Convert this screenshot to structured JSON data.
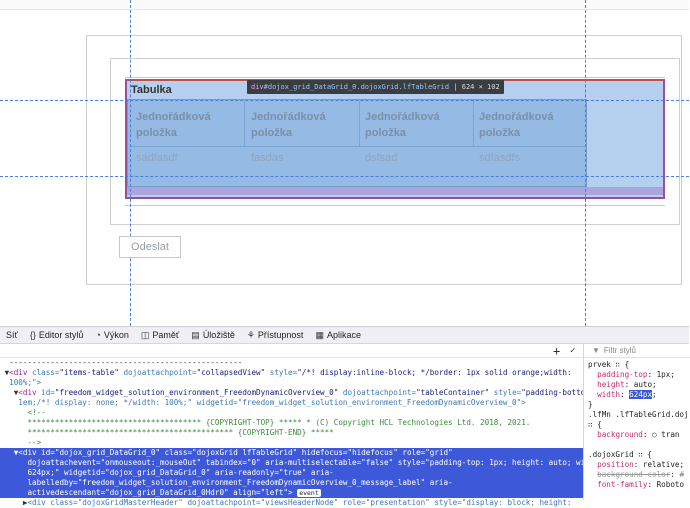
{
  "page": {
    "grid_title": "Tabulka",
    "column_headers": [
      "Jednořádková položka",
      "Jednořádková položka",
      "Jednořádková položka",
      "Jednořádková položka"
    ],
    "row_cells": [
      "sadfasdf",
      "fasdas",
      "dsfsad",
      "sdfasdfs"
    ],
    "submit_label": "Odeslat"
  },
  "inspector_tooltip": {
    "tag": "div",
    "selector": "#dojox_grid_DataGrid_0.dojoxGrid.lfTableGrid",
    "separator": "|",
    "size": "624 × 102"
  },
  "devtools": {
    "tabs": [
      {
        "label": "Síť",
        "icon": "network-icon"
      },
      {
        "label": "Editor stylů",
        "icon": "style-editor-icon"
      },
      {
        "label": "Výkon",
        "icon": "performance-icon"
      },
      {
        "label": "Paměť",
        "icon": "memory-icon"
      },
      {
        "label": "Úložiště",
        "icon": "storage-icon"
      },
      {
        "label": "Přístupnost",
        "icon": "accessibility-icon"
      },
      {
        "label": "Aplikace",
        "icon": "application-icon"
      }
    ],
    "rules_filter_placeholder": "Filtr stylů",
    "add_node_label": "+",
    "markup_lines": [
      {
        "indent": 0,
        "arrow": "",
        "text": "---------------------------------------------------"
      },
      {
        "indent": 0,
        "arrow": "▼",
        "parts": [
          "<div ",
          "class=",
          "\"items-table\"",
          " dojoattachpoint=",
          "\"collapsedView\"",
          " style=",
          "\"/*! display:inline-block; */border: 1px solid orange;width:"
        ]
      },
      {
        "indent": 0,
        "arrow": "",
        "parts": [
          "100%;\">"
        ]
      },
      {
        "indent": 1,
        "arrow": "▼",
        "parts": [
          "<div ",
          "id=",
          "\"freedom_widget_solution_environment_FreedomDynamicOverview_0\"",
          " dojoattachpoint=",
          "\"tableContainer\"",
          " style=",
          "\"padding-bottom:"
        ]
      },
      {
        "indent": 1,
        "arrow": "",
        "parts": [
          "1em;/*! display: none; */width: 100%;\" widgetid=\"freedom_widget_solution_environment_FreedomDynamicOverview_0\">"
        ]
      },
      {
        "indent": 2,
        "arrow": "",
        "comment": "<!--"
      },
      {
        "indent": 2,
        "arrow": "",
        "comment": "************************************** {COPYRIGHT-TOP} ***** * (C) Copyright HCL Technologies Ltd. 2018, 2021."
      },
      {
        "indent": 2,
        "arrow": "",
        "comment": "********************************************* {COPYRIGHT-END} *****"
      },
      {
        "indent": 2,
        "arrow": "",
        "comment": "-->"
      },
      {
        "indent": 1,
        "arrow": "▼",
        "selected": true,
        "parts": [
          "<div ",
          "id=",
          "\"dojox_grid_DataGrid_0\"",
          " class=",
          "\"dojoxGrid lfTableGrid\"",
          " hidefocus=",
          "\"hidefocus\"",
          " role=",
          "\"grid\""
        ]
      },
      {
        "indent": 2,
        "arrow": "",
        "selected": true,
        "parts": [
          "dojoattachevent=\"onmouseout:_mouseOut\" tabindex=\"0\" aria-multiselectable=\"false\" style=\"padding-top: 1px; height: auto; width:"
        ]
      },
      {
        "indent": 2,
        "arrow": "",
        "selected": true,
        "parts": [
          "624px;\" widgetid=\"dojox_grid_DataGrid_0\" aria-readonly=\"true\" aria-"
        ]
      },
      {
        "indent": 2,
        "arrow": "",
        "selected": true,
        "parts": [
          "labelledby=\"freedom_widget_solution_environment_FreedomDynamicOverview_0_message_label\" aria-"
        ]
      },
      {
        "indent": 2,
        "arrow": "",
        "selected": true,
        "parts": [
          "activedescendant=\"dojox_grid_DataGrid_0Hdr0\" align=\"left\">"
        ],
        "badge": "event"
      },
      {
        "indent": 2,
        "arrow": "▶",
        "parts": [
          "<div class=\"dojoxGridMasterHeader\" dojoattachpoint=\"viewsHeaderNode\" role=\"presentation\" style=\"display: block; height:"
        ]
      }
    ],
    "rules_lines": [
      {
        "text": "prvek ∷ {",
        "kind": "sel"
      },
      {
        "prop": "padding-top",
        "val": "1px;"
      },
      {
        "prop": "height",
        "val": "auto;"
      },
      {
        "prop": "width",
        "val": "624px",
        "highlight": true
      },
      {
        "text": "}",
        "kind": "sel"
      },
      {
        "text": ".lfMn .lfTableGrid.doj",
        "kind": "sel"
      },
      {
        "text": "∷ {",
        "kind": "sel"
      },
      {
        "prop": "background",
        "val": "○ tran"
      },
      {
        "text": "",
        "kind": "sel"
      },
      {
        "text": ".dojoxGrid ∷ {",
        "kind": "sel"
      },
      {
        "prop": "position",
        "val": "relative;"
      },
      {
        "prop": "background-color",
        "val": "#",
        "strike": true
      },
      {
        "prop": "font-family",
        "val": "Roboto"
      }
    ]
  }
}
